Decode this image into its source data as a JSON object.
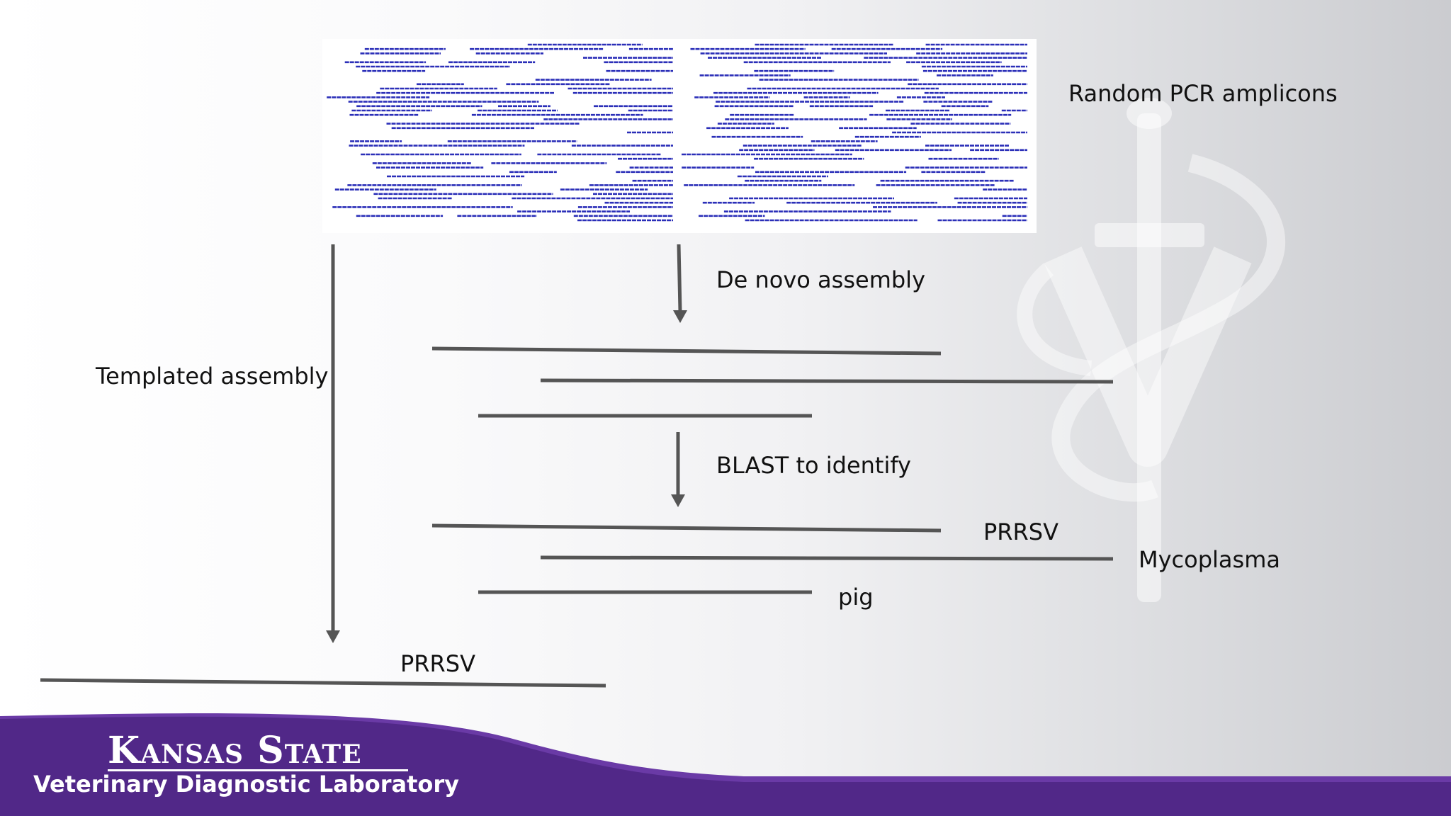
{
  "labels": {
    "random_pcr": "Random PCR amplicons",
    "de_novo": "De novo assembly",
    "templated": "Templated assembly",
    "blast": "BLAST to identify",
    "hit_prrsv": "PRRSV",
    "hit_mycoplasma": "Mycoplasma",
    "hit_pig": "pig",
    "template_prrsv": "PRRSV"
  },
  "footer": {
    "institution": "Kansas State",
    "department": "Veterinary Diagnostic Laboratory"
  },
  "colors": {
    "reads": "#2b2fb8",
    "lines": "#555555",
    "footer_purple": "#512888",
    "footer_stripe": "#6a3aa6"
  }
}
